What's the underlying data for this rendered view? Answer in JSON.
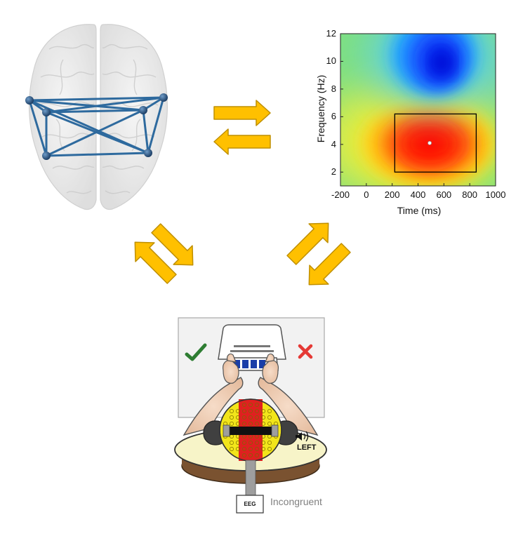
{
  "heatmap": {
    "xlabel": "Time (ms)",
    "ylabel": "Frequency (Hz)",
    "x_ticks": [
      "-200",
      "0",
      "200",
      "400",
      "600",
      "800",
      "1000"
    ],
    "y_ticks": [
      "2",
      "4",
      "6",
      "8",
      "10",
      "12"
    ]
  },
  "task": {
    "eeg_label": "EEG",
    "condition_label": "Incongruent",
    "audio_label": "LEFT",
    "correct_icon": "check-icon",
    "wrong_icon": "cross-icon",
    "speaker_icon": "speaker-icon"
  },
  "colors": {
    "arrow": "#ffc000",
    "arrow_outline": "#bf8f00",
    "network": "#2e6a9e",
    "check": "#2e7d32",
    "cross": "#e53935"
  },
  "chart_data": {
    "type": "heatmap",
    "xlabel": "Time (ms)",
    "ylabel": "Frequency (Hz)",
    "xlim": [
      -200,
      1000
    ],
    "ylim": [
      1,
      12
    ],
    "x_ticks": [
      -200,
      0,
      200,
      400,
      600,
      800,
      1000
    ],
    "y_ticks": [
      2,
      4,
      6,
      8,
      10,
      12
    ],
    "peaks": [
      {
        "kind": "positive",
        "time_ms": 500,
        "freq_hz": 4.2
      },
      {
        "kind": "negative",
        "time_ms": 520,
        "freq_hz": 10.2
      }
    ],
    "roi": {
      "time_ms": [
        220,
        850
      ],
      "freq_hz": [
        2,
        6.2
      ]
    },
    "peak_marker": {
      "time_ms": 490,
      "freq_hz": 4.1
    },
    "grid": false
  }
}
